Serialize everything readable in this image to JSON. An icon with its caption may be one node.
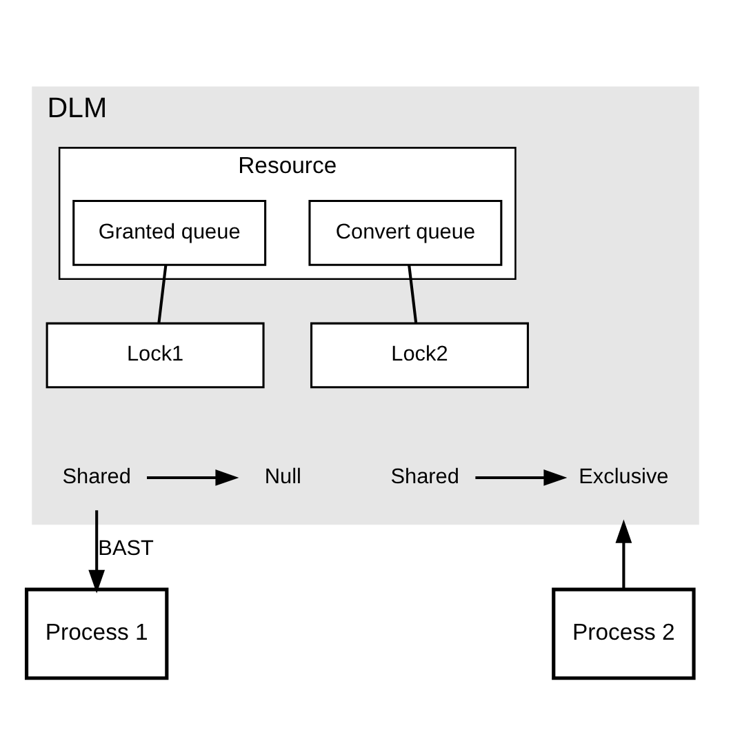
{
  "diagram": {
    "nodes": [
      {
        "text": [
          "DLM"
        ]
      },
      {
        "text": [
          "Resource"
        ],
        "in": 0
      },
      {
        "text": [
          "Granted queue"
        ],
        "in": 1
      },
      {
        "text": [
          "Convert queue"
        ],
        "in": 1
      },
      {
        "text": [
          "Lock1"
        ],
        "in": 0
      },
      {
        "text": [
          "Lock2"
        ],
        "in": 0
      },
      {
        "text": [
          "Shared"
        ],
        "in": 0
      },
      {
        "text": [
          "Null"
        ],
        "in": 0
      },
      {
        "text": [
          "Shared"
        ],
        "in": 0
      },
      {
        "text": [
          "Exclusive"
        ],
        "in": 0
      },
      {
        "text": [
          "Process 1"
        ]
      },
      {
        "text": [
          "Process 2"
        ]
      }
    ],
    "edges": [
      {
        "from": 2,
        "to": 4,
        "arrow": "none"
      },
      {
        "from": 3,
        "to": 5,
        "arrow": "none"
      },
      {
        "from": 6,
        "to": 7,
        "arrow": "to"
      },
      {
        "from": 8,
        "to": 9,
        "arrow": "to"
      },
      {
        "from": 6,
        "to": 10,
        "arrow": "to",
        "label": "BAST"
      },
      {
        "from": 11,
        "to": 0,
        "arrow": "to"
      }
    ]
  }
}
